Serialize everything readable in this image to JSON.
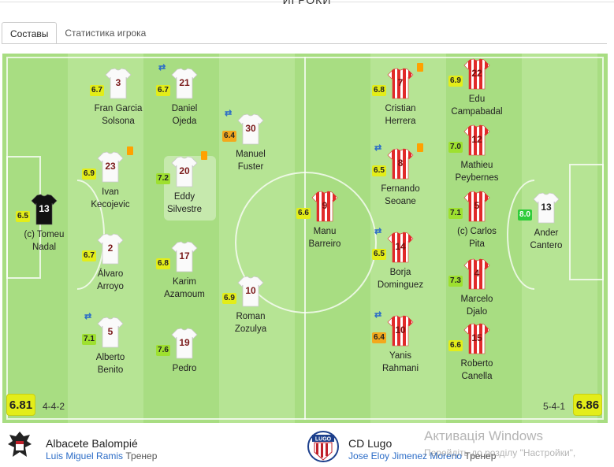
{
  "header": {
    "title": "ИГРОКИ"
  },
  "tabs": [
    {
      "label": "Составы",
      "active": true
    },
    {
      "label": "Статистика игрока",
      "active": false
    }
  ],
  "colors": {
    "rating_yellow": "#e3ed19",
    "rating_green": "#9ee030",
    "rating_orange": "#f3a81d",
    "rating_dark_green": "#2fcc3a",
    "card_yellow": "#ffa100"
  },
  "home": {
    "rating": "6.81",
    "formation": "4-4-2",
    "team_name": "Albacete Balompié",
    "coach": "Luis Miguel Ramis",
    "coach_label": "Тренер",
    "players": [
      {
        "num": "13",
        "name1": "(c) Tomeu",
        "name2": "Nadal",
        "rating": "6.5",
        "rating_color": "yellow",
        "keeper": true
      },
      {
        "num": "3",
        "name1": "Fran Garcia",
        "name2": "Solsona",
        "rating": "6.7",
        "rating_color": "yellow"
      },
      {
        "num": "23",
        "name1": "Ivan",
        "name2": "Kecojevic",
        "rating": "6.9",
        "rating_color": "yellow",
        "card": true
      },
      {
        "num": "2",
        "name1": "Álvaro",
        "name2": "Arroyo",
        "rating": "6.7",
        "rating_color": "yellow"
      },
      {
        "num": "5",
        "name1": "Alberto",
        "name2": "Benito",
        "rating": "7.1",
        "rating_color": "green",
        "sub": true
      },
      {
        "num": "21",
        "name1": "Daniel",
        "name2": "Ojeda",
        "rating": "6.7",
        "rating_color": "yellow",
        "sub": true
      },
      {
        "num": "20",
        "name1": "Eddy",
        "name2": "Silvestre",
        "rating": "7.2",
        "rating_color": "green",
        "card": true
      },
      {
        "num": "17",
        "name1": "Karim",
        "name2": "Azamoum",
        "rating": "6.8",
        "rating_color": "yellow"
      },
      {
        "num": "19",
        "name1": "Pedro",
        "name2": "",
        "rating": "7.6",
        "rating_color": "green"
      },
      {
        "num": "30",
        "name1": "Manuel",
        "name2": "Fuster",
        "rating": "6.4",
        "rating_color": "orange",
        "sub": true
      },
      {
        "num": "10",
        "name1": "Roman",
        "name2": "Zozulya",
        "rating": "6.9",
        "rating_color": "yellow"
      }
    ]
  },
  "away": {
    "rating": "6.86",
    "formation": "5-4-1",
    "team_name": "CD Lugo",
    "coach": "Jose Eloy Jimenez Moreno",
    "coach_label": "Тренер",
    "players": [
      {
        "num": "9",
        "name1": "Manu",
        "name2": "Barreiro",
        "rating": "6.6",
        "rating_color": "yellow"
      },
      {
        "num": "7",
        "name1": "Cristian",
        "name2": "Herrera",
        "rating": "6.8",
        "rating_color": "yellow",
        "card": true
      },
      {
        "num": "8",
        "name1": "Fernando",
        "name2": "Seoane",
        "rating": "6.5",
        "rating_color": "yellow",
        "sub": true,
        "card": true
      },
      {
        "num": "14",
        "name1": "Borja",
        "name2": "Dominguez",
        "rating": "6.5",
        "rating_color": "yellow",
        "sub": true
      },
      {
        "num": "10",
        "name1": "Yanis",
        "name2": "Rahmani",
        "rating": "6.4",
        "rating_color": "orange",
        "sub": true
      },
      {
        "num": "22",
        "name1": "Edu",
        "name2": "Campabadal",
        "rating": "6.9",
        "rating_color": "yellow"
      },
      {
        "num": "12",
        "name1": "Mathieu",
        "name2": "Peybernes",
        "rating": "7.0",
        "rating_color": "green"
      },
      {
        "num": "5",
        "name1": "(c) Carlos",
        "name2": "Pita",
        "rating": "7.1",
        "rating_color": "green"
      },
      {
        "num": "4",
        "name1": "Marcelo",
        "name2": "Djalo",
        "rating": "7.3",
        "rating_color": "green"
      },
      {
        "num": "15",
        "name1": "Roberto",
        "name2": "Canella",
        "rating": "6.6",
        "rating_color": "yellow"
      },
      {
        "num": "13",
        "name1": "Ander",
        "name2": "Cantero",
        "rating": "8.0",
        "rating_color": "darkgreen",
        "keeper": true
      }
    ]
  },
  "watermark": {
    "line1": "Активація Windows",
    "line2": "Перейдіть до розділу \"Настройки\","
  }
}
